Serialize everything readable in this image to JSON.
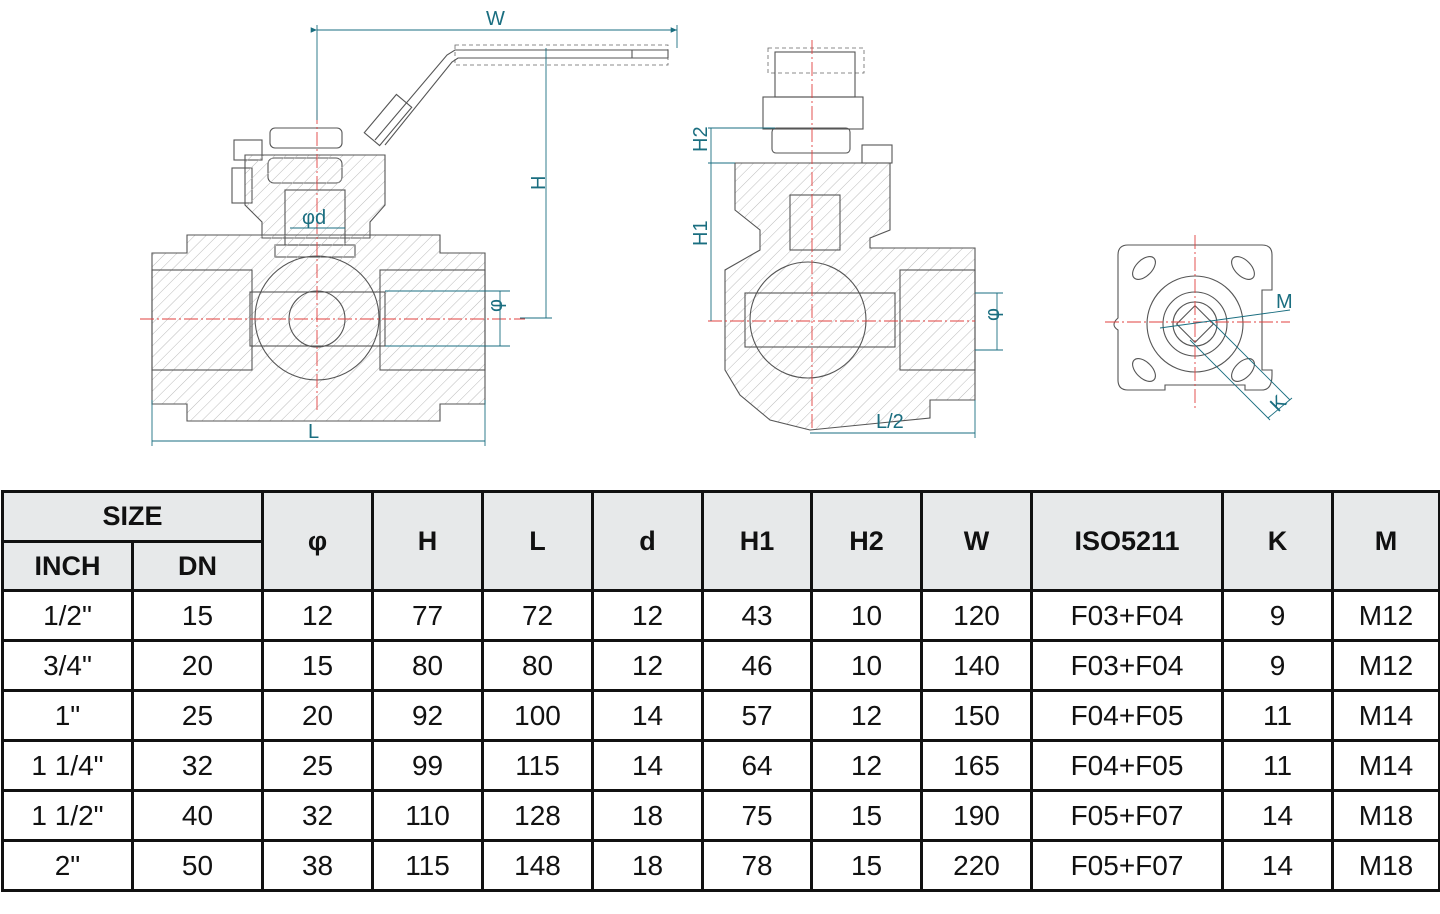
{
  "drawing": {
    "front_view_labels": {
      "width": "W",
      "height": "H",
      "length": "L",
      "stem_dia": "φd",
      "bore": "φ"
    },
    "side_view_labels": {
      "h1": "H1",
      "h2": "H2",
      "half_length": "L/2",
      "bore": "φ"
    },
    "top_view_labels": {
      "thread": "M",
      "square": "K"
    },
    "colors": {
      "dimension": "#1a6e80",
      "centerline": "#e0413f",
      "outline": "#555555"
    }
  },
  "table": {
    "header": {
      "size": "SIZE",
      "inch": "INCH",
      "dn": "DN",
      "columns": [
        "φ",
        "H",
        "L",
        "d",
        "H1",
        "H2",
        "W",
        "ISO5211",
        "K",
        "M"
      ]
    },
    "rows": [
      [
        "1/2\"",
        "15",
        "12",
        "77",
        "72",
        "12",
        "43",
        "10",
        "120",
        "F03+F04",
        "9",
        "M12"
      ],
      [
        "3/4\"",
        "20",
        "15",
        "80",
        "80",
        "12",
        "46",
        "10",
        "140",
        "F03+F04",
        "9",
        "M12"
      ],
      [
        "1\"",
        "25",
        "20",
        "92",
        "100",
        "14",
        "57",
        "12",
        "150",
        "F04+F05",
        "11",
        "M14"
      ],
      [
        "1 1/4\"",
        "32",
        "25",
        "99",
        "115",
        "14",
        "64",
        "12",
        "165",
        "F04+F05",
        "11",
        "M14"
      ],
      [
        "1 1/2\"",
        "40",
        "32",
        "110",
        "128",
        "18",
        "75",
        "15",
        "190",
        "F05+F07",
        "14",
        "M18"
      ],
      [
        "2\"",
        "50",
        "38",
        "115",
        "148",
        "18",
        "78",
        "15",
        "220",
        "F05+F07",
        "14",
        "M18"
      ]
    ]
  }
}
